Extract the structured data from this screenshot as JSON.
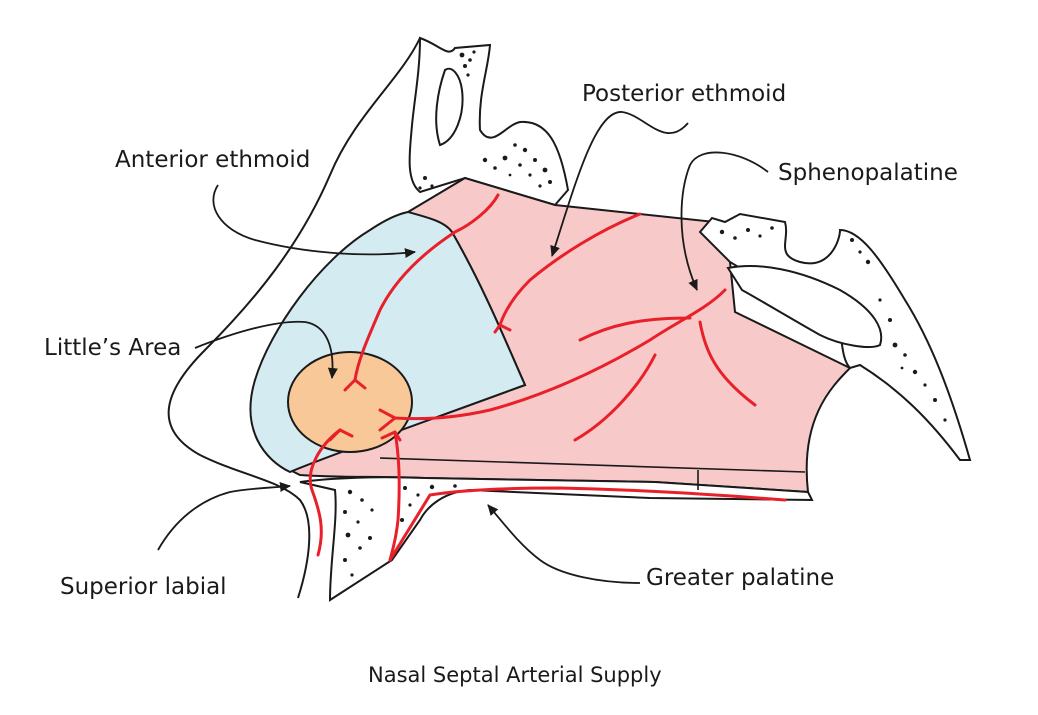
{
  "title": "Nasal Septal Arterial Supply",
  "labels": {
    "posterior_ethmoid": "Posterior ethmoid",
    "anterior_ethmoid": "Anterior ethmoid",
    "sphenopalatine": "Sphenopalatine",
    "littles_area": "Little’s Area",
    "superior_labial": "Superior labial",
    "greater_palatine": "Greater palatine"
  },
  "colors": {
    "septum_fill": "#f7c9c9",
    "littles_region_fill": "#d4ebf2",
    "littles_area_fill": "#f9c898",
    "artery": "#e8202a",
    "bone_outline": "#1a1a1a"
  }
}
